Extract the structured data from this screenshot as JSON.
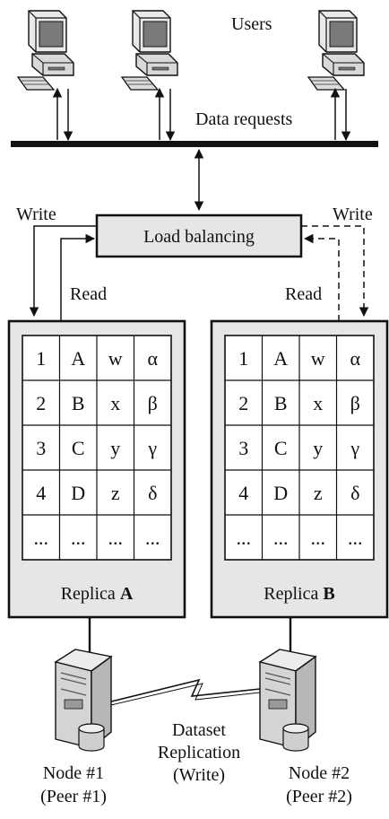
{
  "top": {
    "users_label": "Users",
    "requests_label": "Data requests"
  },
  "load_balancer": {
    "label": "Load balancing"
  },
  "flows": {
    "write_left": "Write",
    "read_left": "Read",
    "write_right": "Write",
    "read_right": "Read"
  },
  "replicas": [
    {
      "caption_prefix": "Replica ",
      "caption_bold": "A",
      "rows": [
        [
          "1",
          "A",
          "w",
          "α"
        ],
        [
          "2",
          "B",
          "x",
          "β"
        ],
        [
          "3",
          "C",
          "y",
          "γ"
        ],
        [
          "4",
          "D",
          "z",
          "δ"
        ],
        [
          "...",
          "...",
          "...",
          "..."
        ]
      ]
    },
    {
      "caption_prefix": "Replica ",
      "caption_bold": "B",
      "rows": [
        [
          "1",
          "A",
          "w",
          "α"
        ],
        [
          "2",
          "B",
          "x",
          "β"
        ],
        [
          "3",
          "C",
          "y",
          "γ"
        ],
        [
          "4",
          "D",
          "z",
          "δ"
        ],
        [
          "...",
          "...",
          "...",
          "..."
        ]
      ]
    }
  ],
  "nodes": [
    {
      "name": "Node #1",
      "peer": "(Peer #1)"
    },
    {
      "name": "Node #2",
      "peer": "(Peer #2)"
    }
  ],
  "replication": {
    "line1": "Dataset",
    "line2": "Replication",
    "line3": "(Write)"
  },
  "icons": {
    "user_terminal": "desktop-computer-icon",
    "server": "server-tower-icon",
    "link": "lightning-link-icon"
  },
  "colors": {
    "panel_fill": "#e6e6e6",
    "lb_fill": "#e6e6e6",
    "stroke": "#111111",
    "screen": "#7a7a7a"
  }
}
